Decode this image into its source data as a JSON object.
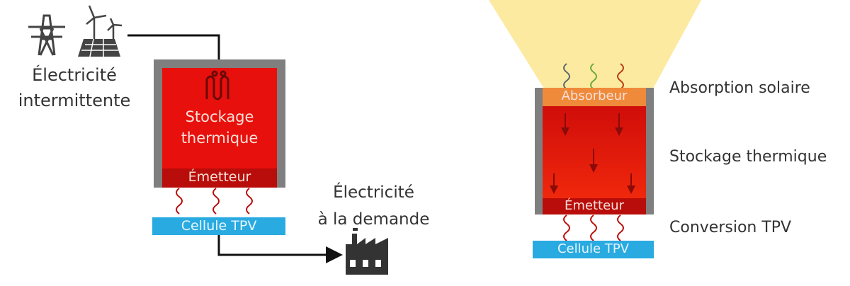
{
  "left": {
    "source_label_line1": "Électricité",
    "source_label_line2": "intermittente",
    "storage_line1": "Stockage",
    "storage_line2": "thermique",
    "emitter": "Émetteur",
    "cell": "Cellule TPV",
    "output_label_line1": "Électricité",
    "output_label_line2": "à la demande"
  },
  "right": {
    "absorber": "Absorbeur",
    "emitter": "Émetteur",
    "cell": "Cellule TPV",
    "label_absorption": "Absorption solaire",
    "label_storage": "Stockage thermique",
    "label_conversion": "Conversion TPV"
  },
  "colors": {
    "storage": "#e8100c",
    "emitter": "#b80d0a",
    "cell": "#29aae1",
    "absorber": "#ef8a3a",
    "insulation": "#7f7f7f",
    "sun": "#fbeaa0"
  }
}
